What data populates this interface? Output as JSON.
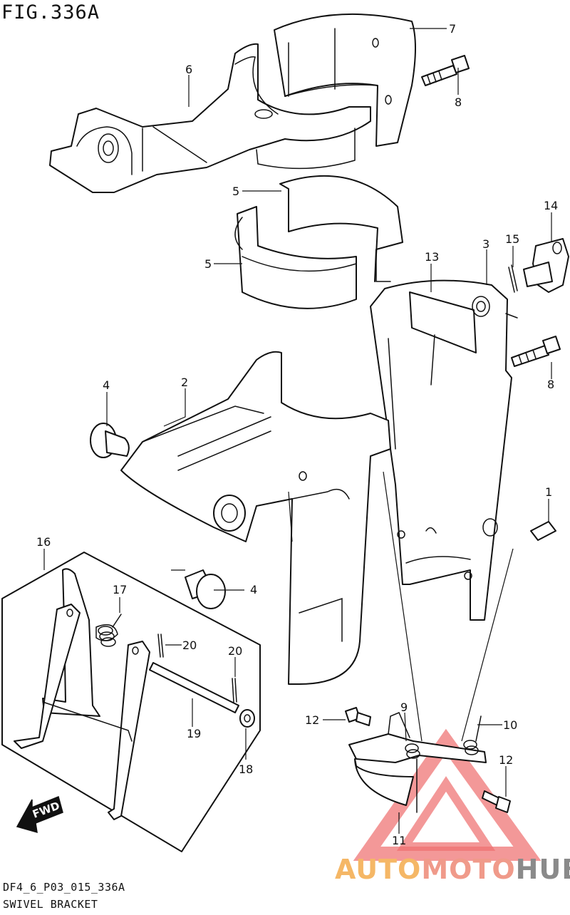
{
  "figure": {
    "title": "FIG.336A",
    "code": "DF4_6_P03_015_336A",
    "name": "SWIVEL BRACKET"
  },
  "fwd_label": "FWD",
  "watermark": {
    "part1": "AUTO",
    "part2": "MOTO",
    "part3": "HUB",
    "colors": [
      "#f5b766",
      "#f09a8a",
      "#8a8a8a"
    ]
  },
  "callouts": [
    {
      "id": "1",
      "label": "1"
    },
    {
      "id": "2",
      "label": "2"
    },
    {
      "id": "3",
      "label": "3"
    },
    {
      "id": "4a",
      "label": "4"
    },
    {
      "id": "4b",
      "label": "4"
    },
    {
      "id": "5a",
      "label": "5"
    },
    {
      "id": "5b",
      "label": "5"
    },
    {
      "id": "6",
      "label": "6"
    },
    {
      "id": "7",
      "label": "7"
    },
    {
      "id": "8a",
      "label": "8"
    },
    {
      "id": "8b",
      "label": "8"
    },
    {
      "id": "9",
      "label": "9"
    },
    {
      "id": "10",
      "label": "10"
    },
    {
      "id": "11",
      "label": "11"
    },
    {
      "id": "12a",
      "label": "12"
    },
    {
      "id": "12b",
      "label": "12"
    },
    {
      "id": "13",
      "label": "13"
    },
    {
      "id": "14",
      "label": "14"
    },
    {
      "id": "15",
      "label": "15"
    },
    {
      "id": "16",
      "label": "16"
    },
    {
      "id": "17",
      "label": "17"
    },
    {
      "id": "18",
      "label": "18"
    },
    {
      "id": "19",
      "label": "19"
    },
    {
      "id": "20a",
      "label": "20"
    },
    {
      "id": "20b",
      "label": "20"
    }
  ]
}
